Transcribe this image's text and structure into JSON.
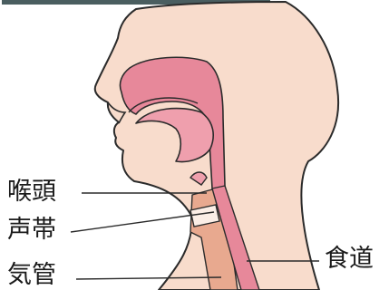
{
  "diagram": {
    "labels": {
      "larynx": "喉頭",
      "vocal_cords": "声帯",
      "trachea": "気管",
      "esophagus": "食道"
    },
    "colors": {
      "skin": "#f8dccc",
      "cavity": "#e7889a",
      "tissue": "#ef9fad",
      "trachea": "#e8a98f",
      "outline": "#2b2b2b",
      "top_bar": "#4a5e60"
    }
  }
}
